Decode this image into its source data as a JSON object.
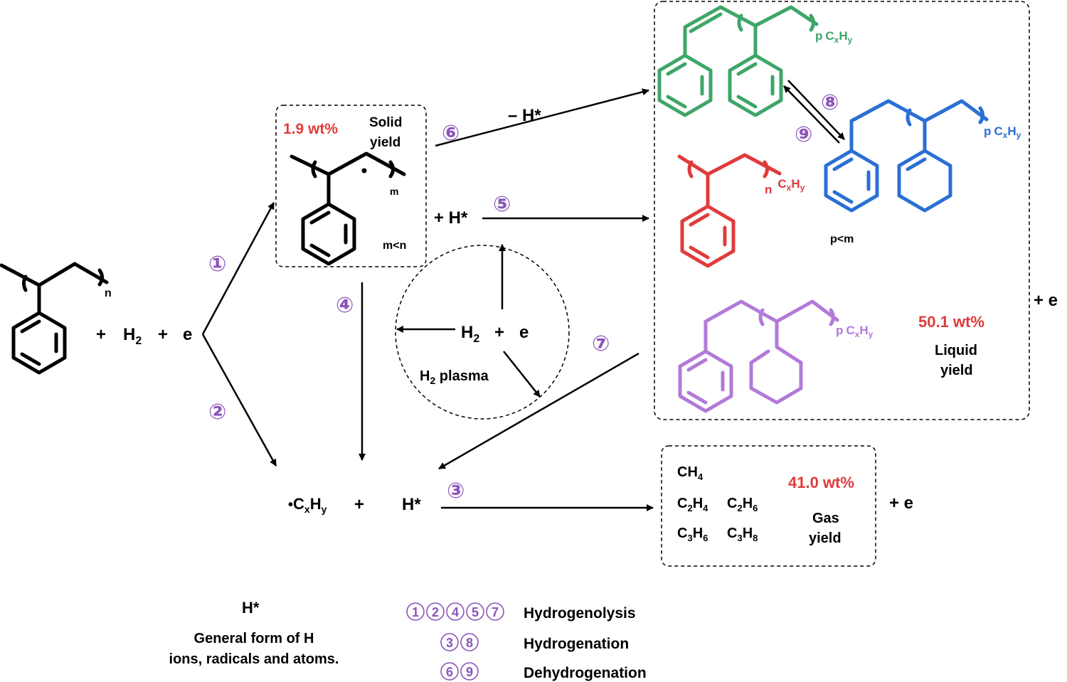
{
  "reactants": {
    "plus1": "+",
    "h2": "H",
    "h2_sub": "2",
    "plus2": "+",
    "e": "e",
    "n_label": "n"
  },
  "solid": {
    "yield_value": "1.9 wt%",
    "label_line1": "Solid",
    "label_line2": "yield",
    "m_label": "m",
    "condition": "m<n"
  },
  "plasma": {
    "h2": "H",
    "h2_sub": "2",
    "plus": "+",
    "e": "e",
    "label_main": "H",
    "label_sub": "2",
    "label_rest": " plasma"
  },
  "radical": {
    "dot": "•",
    "c": "C",
    "x": "x",
    "h": "H",
    "y": "y",
    "plus": "+",
    "hstar": "H*"
  },
  "arrows": {
    "minus_h": "– H*",
    "plus_h": "+ H*"
  },
  "liquid": {
    "green_tail": {
      "p": "p",
      "c": "C",
      "x": "x",
      "h": "H",
      "y": "y"
    },
    "blue_tail": {
      "p": "p",
      "c": "C",
      "x": "x",
      "h": "H",
      "y": "y"
    },
    "red_tail": {
      "n": "n",
      "c": "C",
      "x": "x",
      "h": "H",
      "y": "y"
    },
    "purple_tail": {
      "p": "p",
      "c": "C",
      "x": "x",
      "h": "H",
      "y": "y"
    },
    "condition": "p<m",
    "yield_value": "50.1 wt%",
    "label_line1": "Liquid",
    "label_line2": "yield",
    "plus_e": "+  e"
  },
  "gas": {
    "ch4": {
      "a": "CH",
      "s": "4"
    },
    "c2h4": {
      "a": "C",
      "s1": "2",
      "b": "H",
      "s2": "4"
    },
    "c2h6": {
      "a": "C",
      "s1": "2",
      "b": "H",
      "s2": "6"
    },
    "c3h6": {
      "a": "C",
      "s1": "3",
      "b": "H",
      "s2": "6"
    },
    "c3h8": {
      "a": "C",
      "s1": "3",
      "b": "H",
      "s2": "8"
    },
    "yield_value": "41.0 wt%",
    "label_line1": "Gas",
    "label_line2": "yield",
    "plus_e": "+  e"
  },
  "steps": [
    "①",
    "②",
    "③",
    "④",
    "⑤",
    "⑥",
    "⑦",
    "⑧",
    "⑨"
  ],
  "legend": {
    "hstar": "H*",
    "def_line1": "General form of H",
    "def_line2": "ions, radicals and atoms.",
    "hydrogenolysis_steps": [
      "1",
      "2",
      "4",
      "5",
      "7"
    ],
    "hydrogenolysis": "Hydrogenolysis",
    "hydrogenation_steps": [
      "3",
      "8"
    ],
    "hydrogenation": "Hydrogenation",
    "dehydrogenation_steps": [
      "6",
      "9"
    ],
    "dehydrogenation": "Dehydrogenation"
  },
  "colors": {
    "black": "#000000",
    "red": "#e03b3b",
    "purple": "#8a55b8",
    "green": "#3ea668",
    "blue": "#2a6fd4",
    "lilac": "#b27ad8"
  }
}
